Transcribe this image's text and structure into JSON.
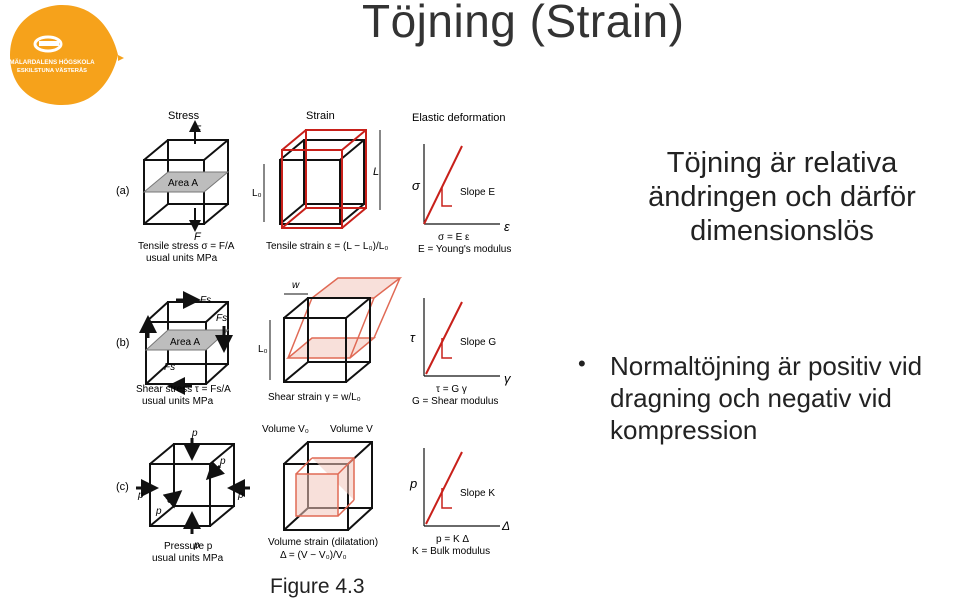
{
  "header": {
    "title": "Töjning (Strain)",
    "logo_text_line1": "MÄLARDALENS HÖGSKOLA",
    "logo_text_line2": "ESKILSTUNA VÄSTERÅS"
  },
  "figure": {
    "caption": "Figure 4.3",
    "row_a": {
      "label": "(a)",
      "stress_heading": "Stress",
      "force_top": "F",
      "force_bottom": "F",
      "area": "Area A",
      "stress_formula": "Tensile stress σ = F/A",
      "stress_units": "usual units MPa",
      "strain_heading": "Strain",
      "L0": "L₀",
      "L": "L",
      "strain_formula": "Tensile strain ε = (L − L₀)/L₀",
      "graph_heading": "Elastic deformation",
      "y_symbol": "σ",
      "x_symbol": "ε",
      "slope": "Slope E",
      "law": "σ = E ε",
      "modulus": "E = Young's modulus"
    },
    "row_b": {
      "label": "(b)",
      "fs_top": "Fs",
      "fs_right": "Fs",
      "fs_bottom": "Fs",
      "area": "Area A",
      "stress_formula": "Shear stress τ = Fs/A",
      "stress_units": "usual units MPa",
      "w": "w",
      "L0": "L₀",
      "strain_formula": "Shear strain γ = w/L₀",
      "y_symbol": "τ",
      "x_symbol": "γ",
      "slope": "Slope G",
      "law": "τ = G γ",
      "modulus": "G = Shear modulus"
    },
    "row_c": {
      "label": "(c)",
      "p": "p",
      "stress_formula": "Pressure p",
      "stress_units": "usual units MPa",
      "vol0": "Volume V₀",
      "vol": "Volume V",
      "strain_formula": "Volume strain (dilatation)",
      "strain_formula2": "Δ = (V − V₀)/V₀",
      "y_symbol": "p",
      "x_symbol": "Δ",
      "slope": "Slope K",
      "law": "p = K Δ",
      "modulus": "K = Bulk modulus"
    }
  },
  "right_panel": {
    "heading": "Töjning är relativa ändringen och därför dimensionslös",
    "bullet_symbol": "•",
    "bullet": "Normaltöjning är positiv vid dragning och negativ vid kompression"
  },
  "colors": {
    "logo": "#f6a21b",
    "strain_red": "#c8201a",
    "text": "#222222"
  }
}
